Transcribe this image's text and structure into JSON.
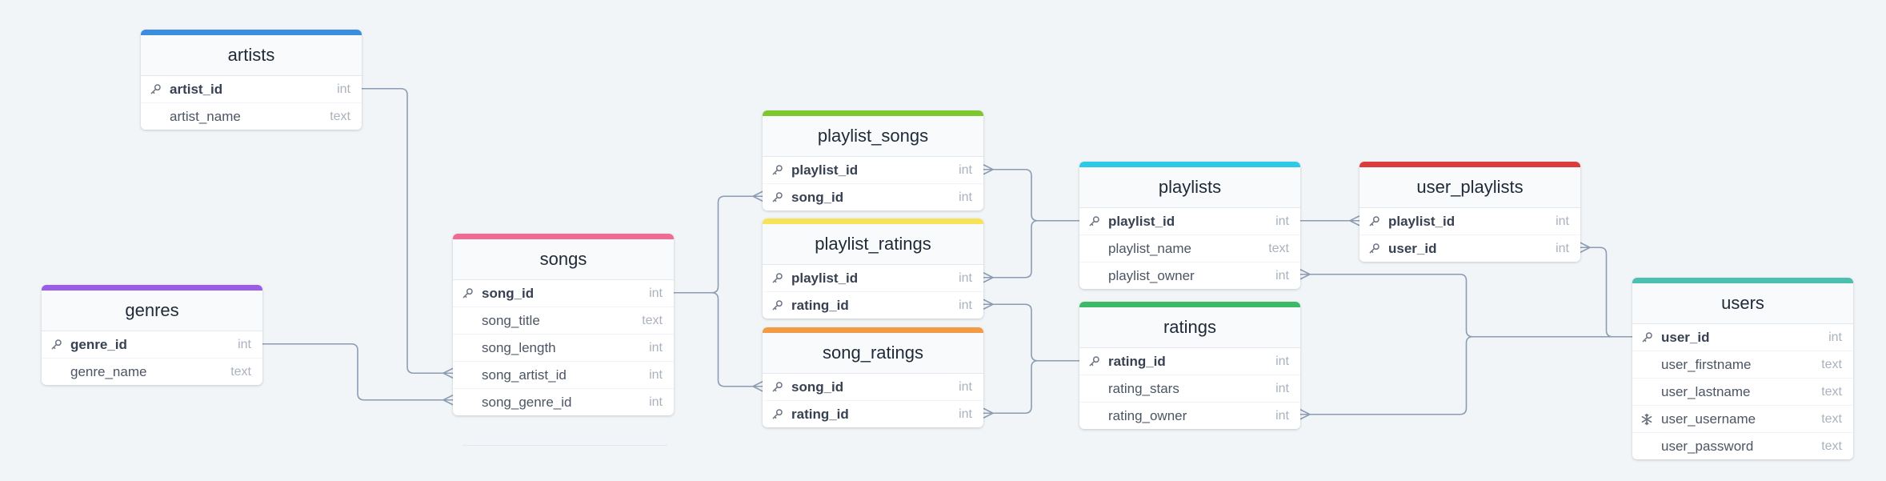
{
  "tables": [
    {
      "id": "artists",
      "name": "artists",
      "color": "#3b8de0",
      "fields": [
        {
          "name": "artist_id",
          "type": "int",
          "pk": true,
          "icon": "key-icon"
        },
        {
          "name": "artist_name",
          "type": "text"
        }
      ]
    },
    {
      "id": "genres",
      "name": "genres",
      "color": "#9b5de5",
      "fields": [
        {
          "name": "genre_id",
          "type": "int",
          "pk": true,
          "icon": "key-icon"
        },
        {
          "name": "genre_name",
          "type": "text"
        }
      ]
    },
    {
      "id": "songs",
      "name": "songs",
      "color": "#f06b94",
      "fields": [
        {
          "name": "song_id",
          "type": "int",
          "pk": true,
          "icon": "key-icon"
        },
        {
          "name": "song_title",
          "type": "text"
        },
        {
          "name": "song_length",
          "type": "int"
        },
        {
          "name": "song_artist_id",
          "type": "int"
        },
        {
          "name": "song_genre_id",
          "type": "int"
        }
      ]
    },
    {
      "id": "playlist_songs",
      "name": "playlist_songs",
      "color": "#7ec72f",
      "fields": [
        {
          "name": "playlist_id",
          "type": "int",
          "pk": true,
          "icon": "key-icon"
        },
        {
          "name": "song_id",
          "type": "int",
          "pk": true,
          "icon": "key-icon"
        }
      ]
    },
    {
      "id": "playlist_ratings",
      "name": "playlist_ratings",
      "color": "#f7e35a",
      "fields": [
        {
          "name": "playlist_id",
          "type": "int",
          "pk": true,
          "icon": "key-icon"
        },
        {
          "name": "rating_id",
          "type": "int",
          "pk": true,
          "icon": "key-icon"
        }
      ]
    },
    {
      "id": "song_ratings",
      "name": "song_ratings",
      "color": "#f29a44",
      "fields": [
        {
          "name": "song_id",
          "type": "int",
          "pk": true,
          "icon": "key-icon"
        },
        {
          "name": "rating_id",
          "type": "int",
          "pk": true,
          "icon": "key-icon"
        }
      ]
    },
    {
      "id": "playlists",
      "name": "playlists",
      "color": "#2ec8e8",
      "fields": [
        {
          "name": "playlist_id",
          "type": "int",
          "pk": true,
          "icon": "key-icon"
        },
        {
          "name": "playlist_name",
          "type": "text"
        },
        {
          "name": "playlist_owner",
          "type": "int"
        }
      ]
    },
    {
      "id": "ratings",
      "name": "ratings",
      "color": "#3dba67",
      "fields": [
        {
          "name": "rating_id",
          "type": "int",
          "pk": true,
          "icon": "key-icon"
        },
        {
          "name": "rating_stars",
          "type": "int"
        },
        {
          "name": "rating_owner",
          "type": "int"
        }
      ]
    },
    {
      "id": "user_playlists",
      "name": "user_playlists",
      "color": "#dc3b3b",
      "fields": [
        {
          "name": "playlist_id",
          "type": "int",
          "pk": true,
          "icon": "key-icon"
        },
        {
          "name": "user_id",
          "type": "int",
          "pk": true,
          "icon": "key-icon"
        }
      ]
    },
    {
      "id": "users",
      "name": "users",
      "color": "#4dbfb0",
      "fields": [
        {
          "name": "user_id",
          "type": "int",
          "pk": true,
          "icon": "key-icon"
        },
        {
          "name": "user_firstname",
          "type": "text"
        },
        {
          "name": "user_lastname",
          "type": "text"
        },
        {
          "name": "user_username",
          "type": "text",
          "icon": "snowflake-icon"
        },
        {
          "name": "user_password",
          "type": "text"
        }
      ]
    }
  ],
  "relationships": [
    {
      "from": "artists.artist_id",
      "to": "songs.song_artist_id",
      "many": "to"
    },
    {
      "from": "genres.genre_id",
      "to": "songs.song_genre_id",
      "many": "to"
    },
    {
      "from": "songs.song_id",
      "to": "playlist_songs.song_id",
      "many": "to"
    },
    {
      "from": "songs.song_id",
      "to": "song_ratings.song_id",
      "many": "to"
    },
    {
      "from": "playlists.playlist_id",
      "to": "playlist_songs.playlist_id",
      "many": "to"
    },
    {
      "from": "playlists.playlist_id",
      "to": "playlist_ratings.playlist_id",
      "many": "to"
    },
    {
      "from": "ratings.rating_id",
      "to": "playlist_ratings.rating_id",
      "many": "to"
    },
    {
      "from": "ratings.rating_id",
      "to": "song_ratings.rating_id",
      "many": "to"
    },
    {
      "from": "playlists.playlist_id",
      "to": "user_playlists.playlist_id",
      "many": "to"
    },
    {
      "from": "users.user_id",
      "to": "user_playlists.user_id",
      "many": "to"
    },
    {
      "from": "users.user_id",
      "to": "playlists.playlist_owner",
      "many": "to"
    },
    {
      "from": "users.user_id",
      "to": "ratings.rating_owner",
      "many": "to"
    }
  ]
}
